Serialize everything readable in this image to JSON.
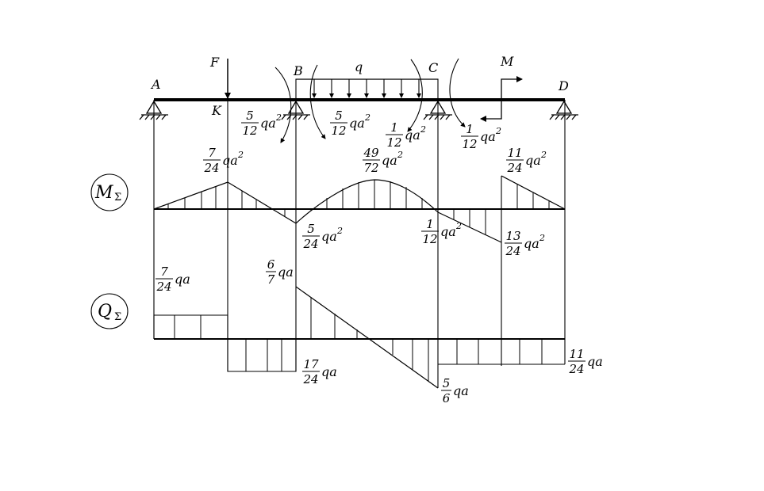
{
  "points": {
    "A": "A",
    "B": "B",
    "C": "C",
    "D": "D",
    "K": "K"
  },
  "loads": {
    "force": "F",
    "distributed": "q",
    "moment": "M"
  },
  "units": {
    "moment": "qa",
    "moment_exp": "2",
    "shear": "qa"
  },
  "moment_labels": {
    "kb_left": {
      "num": "5",
      "den": "12"
    },
    "kb_right": {
      "num": "5",
      "den": "12"
    },
    "c_left": {
      "num": "1",
      "den": "12"
    },
    "c_right": {
      "num": "1",
      "den": "12"
    },
    "k_peak": {
      "num": "7",
      "den": "24"
    },
    "bc_peak": {
      "num": "49",
      "den": "72"
    },
    "m_right": {
      "num": "11",
      "den": "24"
    },
    "b_neg": {
      "num": "5",
      "den": "24"
    },
    "c_neg": {
      "num": "1",
      "den": "12"
    },
    "m_neg": {
      "num": "13",
      "den": "24"
    }
  },
  "shear_labels": {
    "ak": {
      "num": "7",
      "den": "24"
    },
    "b": {
      "num": "6",
      "den": "7"
    },
    "kb": {
      "num": "17",
      "den": "24"
    },
    "c": {
      "num": "5",
      "den": "6"
    },
    "cd": {
      "num": "11",
      "den": "24"
    }
  },
  "diagram_names": {
    "moment": {
      "main": "M",
      "sub": "Σ"
    },
    "shear": {
      "main": "Q",
      "sub": "Σ"
    }
  }
}
